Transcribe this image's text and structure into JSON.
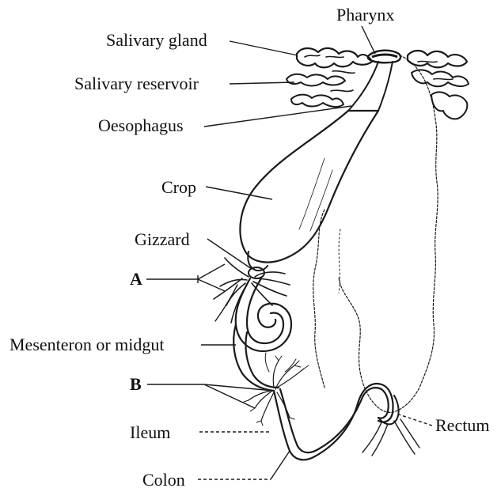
{
  "labels": {
    "pharynx": "Pharynx",
    "salivary_gland": "Salivary gland",
    "salivary_reservoir": "Salivary reservoir",
    "oesophagus": "Oesophagus",
    "crop": "Crop",
    "gizzard": "Gizzard",
    "a": "A",
    "mesenteron": "Mesenteron or midgut",
    "b": "B",
    "ileum": "Ileum",
    "rectum": "Rectum",
    "colon": "Colon"
  }
}
